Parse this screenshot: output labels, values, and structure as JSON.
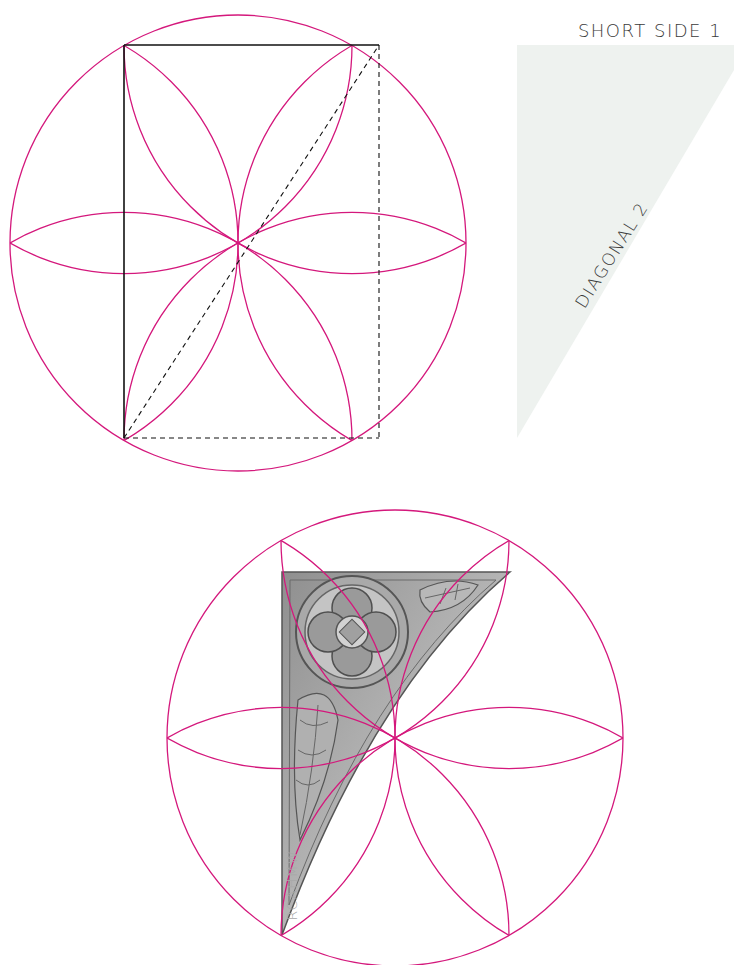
{
  "diagram": {
    "labels": [
      "SHORT SIDE 1",
      "DIAGONAL 2",
      "RCAHMW"
    ]
  }
}
